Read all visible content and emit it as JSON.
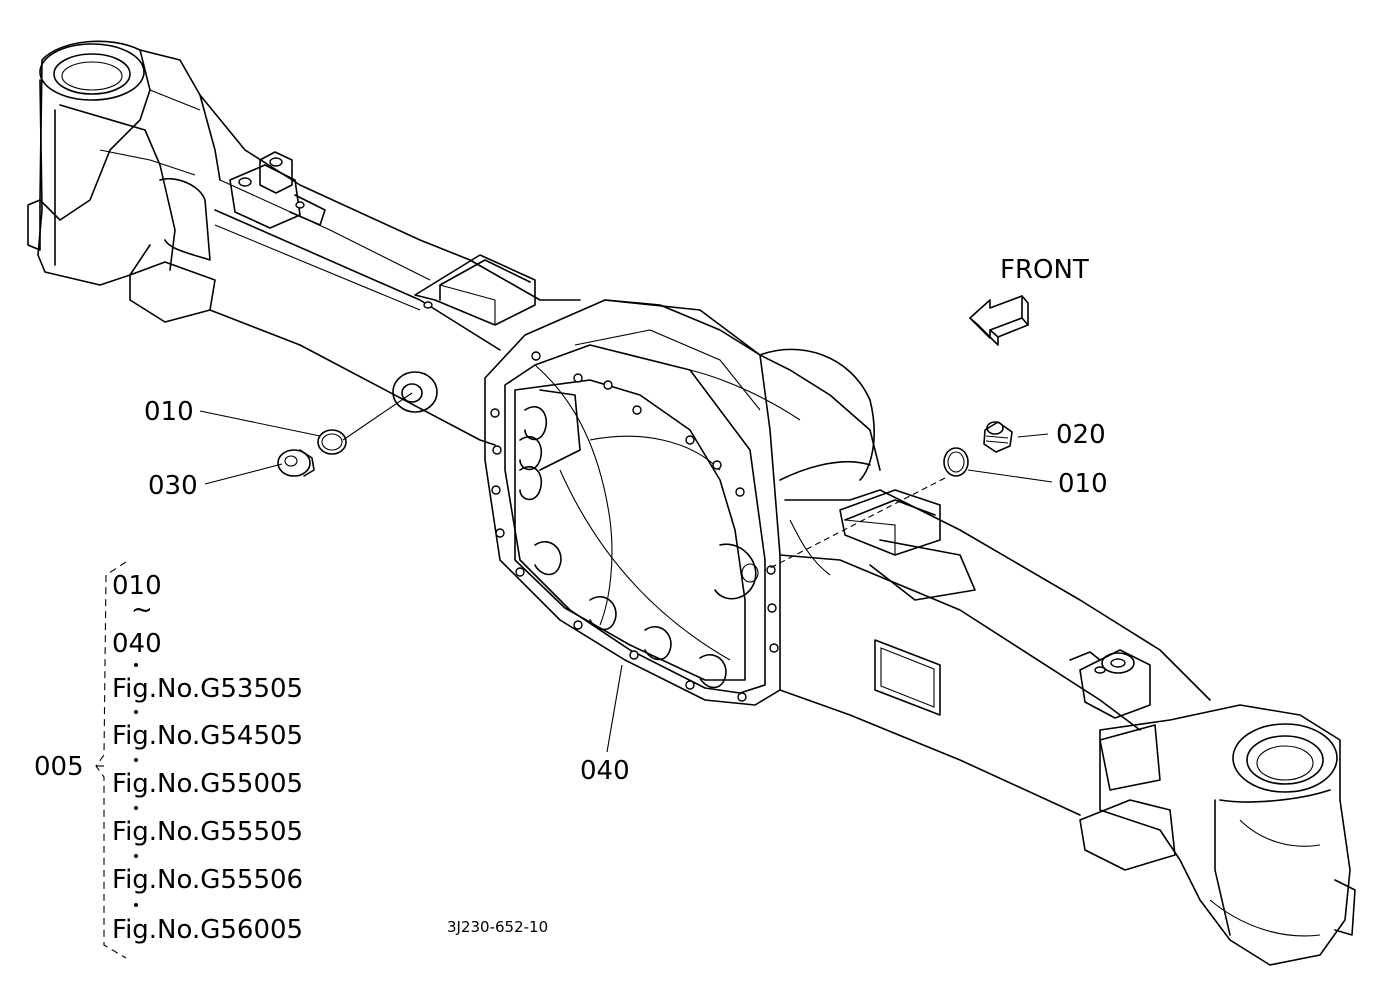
{
  "diagram": {
    "front_label": "FRONT",
    "callouts": {
      "c010_left": "010",
      "c030": "030",
      "c020": "020",
      "c010_right": "010",
      "c040": "040"
    },
    "group": {
      "number": "005",
      "range_start": "010",
      "range_tilde": "~",
      "range_end": "040",
      "fig_numbers": [
        "Fig.No.G53505",
        "Fig.No.G54505",
        "Fig.No.G55005",
        "Fig.No.G55505",
        "Fig.No.G55506",
        "Fig.No.G56005"
      ]
    },
    "drawing_ref": "3J230-652-10"
  }
}
